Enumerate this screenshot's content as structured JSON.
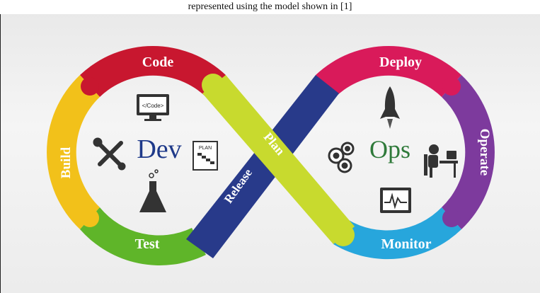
{
  "caption": "represented using the model shown in [1]",
  "segments": {
    "code": "Code",
    "build": "Build",
    "test": "Test",
    "plan": "Plan",
    "release": "Release",
    "deploy": "Deploy",
    "operate": "Operate",
    "monitor": "Monitor"
  },
  "center": {
    "dev": "Dev",
    "ops": "Ops",
    "code_screen": "</Code>",
    "plan_doc": "PLAN"
  },
  "colors": {
    "code": "#c8172f",
    "build": "#f2c11a",
    "test": "#5fb529",
    "plan": "#c8da2e",
    "release": "#283a8a",
    "deploy": "#d91a5a",
    "operate": "#7d3a9d",
    "monitor": "#27a6dc",
    "dev_text": "#1f3a8a",
    "ops_text": "#2f7a3a"
  },
  "icons": [
    "monitor-code-icon",
    "tools-icon",
    "plan-document-icon",
    "flask-icon",
    "gears-icon",
    "rocket-icon",
    "operator-desk-icon",
    "monitor-graph-icon"
  ]
}
